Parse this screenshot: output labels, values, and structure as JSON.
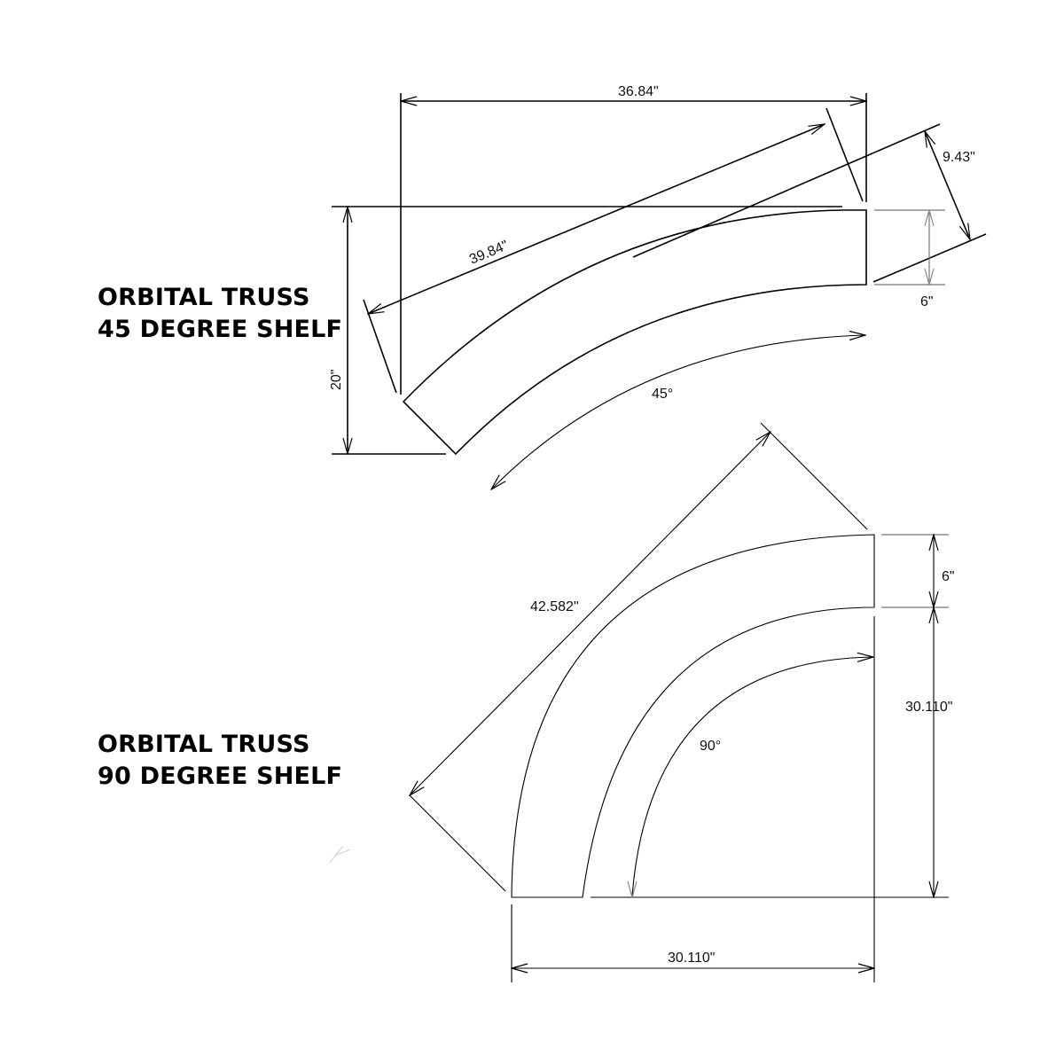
{
  "shelf_45": {
    "title_line1": "ORBITAL TRUSS",
    "title_line2": "45 DEGREE SHELF",
    "dimensions": {
      "overall_width": "36.84\"",
      "chord_length": "39.84\"",
      "depth_normal": "9.43\"",
      "shelf_depth": "6\"",
      "overall_height": "20\"",
      "arc_angle": "45°"
    }
  },
  "shelf_90": {
    "title_line1": "ORBITAL TRUSS",
    "title_line2": "90 DEGREE SHELF",
    "dimensions": {
      "chord_length": "42.582\"",
      "shelf_depth": "6\"",
      "inner_height": "30.110\"",
      "inner_width": "30.110\"",
      "arc_angle": "90°"
    }
  }
}
